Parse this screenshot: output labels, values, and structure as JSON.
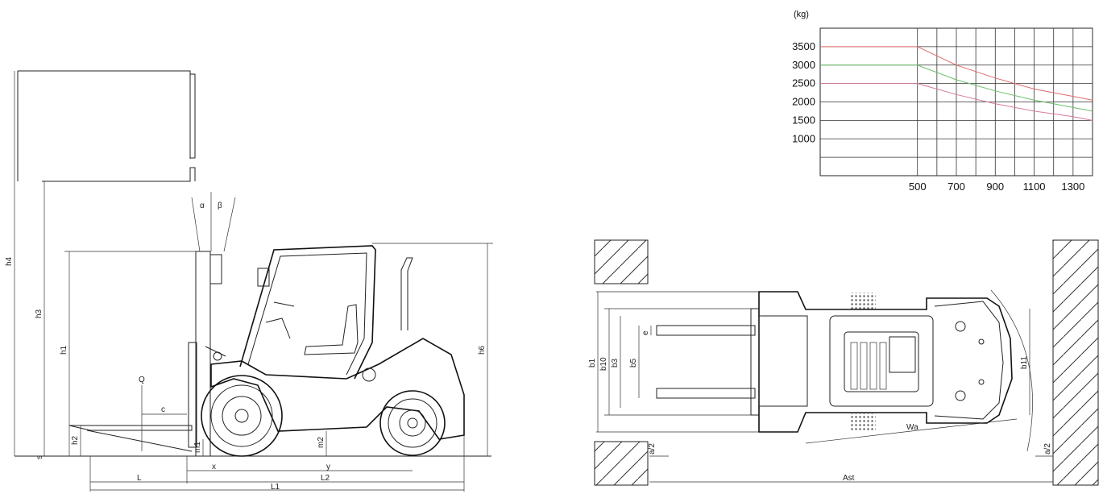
{
  "side_view": {
    "labels": {
      "h4": "h4",
      "h3": "h3",
      "h1": "h1",
      "h2": "h2",
      "h6": "h6",
      "s": "s",
      "m1": "m1",
      "m2": "m2",
      "Q": "Q",
      "c": "c",
      "x": "x",
      "y": "y",
      "L": "L",
      "L2": "L2",
      "L1": "L1",
      "alpha": "α",
      "beta": "β"
    }
  },
  "top_view": {
    "labels": {
      "b1": "b1",
      "b10": "b10",
      "b3": "b3",
      "b5": "b5",
      "e": "e",
      "b11": "b11",
      "Wa": "Wa",
      "Ast": "Ast",
      "a2_left": "a/2",
      "a2_right": "a/2"
    }
  },
  "chart_data": {
    "type": "line",
    "ylabel": "(kg)",
    "yticks": [
      3500,
      3000,
      2500,
      2000,
      1500,
      1000
    ],
    "xticks": [
      500,
      700,
      900,
      1100,
      1300
    ],
    "ylim": [
      0,
      4000
    ],
    "xlim": [
      0,
      1400
    ],
    "grid": true,
    "series": [
      {
        "color": "#e06a6a",
        "x": [
          0,
          500,
          700,
          900,
          1100,
          1300,
          1400
        ],
        "y": [
          3500,
          3500,
          3000,
          2650,
          2350,
          2150,
          2050
        ]
      },
      {
        "color": "#6abf6a",
        "x": [
          0,
          500,
          700,
          900,
          1100,
          1300,
          1400
        ],
        "y": [
          3000,
          3000,
          2600,
          2300,
          2050,
          1850,
          1750
        ]
      },
      {
        "color": "#d67a9a",
        "x": [
          0,
          500,
          700,
          900,
          1100,
          1300,
          1400
        ],
        "y": [
          2500,
          2500,
          2200,
          1950,
          1750,
          1600,
          1500
        ]
      }
    ]
  }
}
